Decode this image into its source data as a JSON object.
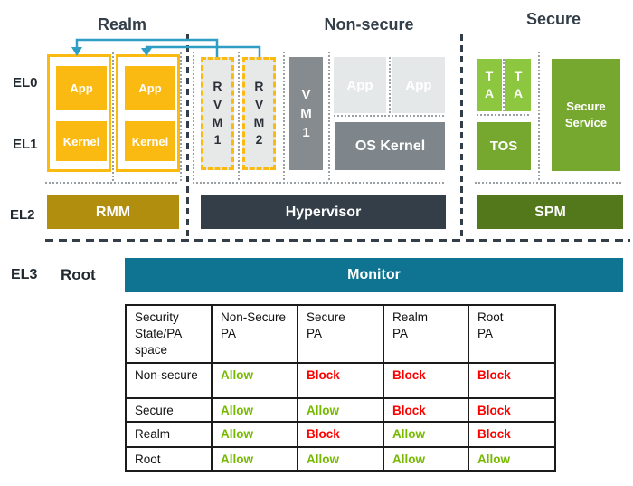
{
  "colors": {
    "yellow": "#FBBA12",
    "gold_rmm": "#B28E0E",
    "slate": "#333E48",
    "gray_vm": "#858B8F",
    "gray_os_kernel": "#7E868B",
    "light_gray_box": "#E7E9E9",
    "green_ta": "#8DC63F",
    "green_tos_service": "#76A72E",
    "green_spm": "#53781B",
    "teal_monitor": "#0E7491",
    "teal_arrow": "#2E9EC4",
    "allow_green": "#76B900",
    "block_red": "#FF0000"
  },
  "section_headers": {
    "realm": "Realm",
    "non_secure": "Non-secure",
    "secure": "Secure"
  },
  "el_labels": {
    "el0": "EL0",
    "el1": "EL1",
    "el2": "EL2",
    "el3": "EL3",
    "root": "Root"
  },
  "realm": {
    "stack1": {
      "app": "App",
      "kernel": "Kernel"
    },
    "stack2": {
      "app": "App",
      "kernel": "Kernel"
    },
    "rmm": "RMM"
  },
  "non_secure": {
    "rvm1": "R\nV\nM\n1",
    "rvm2": "R\nV\nM\n2",
    "vm1": "V\nM\n1",
    "app1": "App",
    "app2": "App",
    "os_kernel": "OS Kernel",
    "hypervisor": "Hypervisor"
  },
  "secure": {
    "ta1": "T\nA",
    "ta2": "T\nA",
    "tos": "TOS",
    "secure_service": "Secure\nService",
    "spm": "SPM"
  },
  "el3_row": {
    "monitor": "Monitor"
  },
  "access_table": {
    "headers": [
      "Security\nState/PA\nspace",
      "Non-Secure\nPA",
      "Secure\nPA",
      "Realm\nPA",
      "Root\nPA"
    ],
    "rows": [
      {
        "label": "Non-secure",
        "cells": [
          {
            "text": "Allow",
            "state": "allow"
          },
          {
            "text": "Block",
            "state": "block"
          },
          {
            "text": "Block",
            "state": "block"
          },
          {
            "text": "Block",
            "state": "block"
          }
        ]
      },
      {
        "label": "Secure",
        "cells": [
          {
            "text": "Allow",
            "state": "allow"
          },
          {
            "text": "Allow",
            "state": "allow"
          },
          {
            "text": "Block",
            "state": "block"
          },
          {
            "text": "Block",
            "state": "block"
          }
        ]
      },
      {
        "label": "Realm",
        "cells": [
          {
            "text": "Allow",
            "state": "allow"
          },
          {
            "text": "Block",
            "state": "block"
          },
          {
            "text": "Allow",
            "state": "allow"
          },
          {
            "text": "Block",
            "state": "block"
          }
        ]
      },
      {
        "label": "Root",
        "cells": [
          {
            "text": "Allow",
            "state": "allow"
          },
          {
            "text": "Allow",
            "state": "allow"
          },
          {
            "text": "Allow",
            "state": "allow"
          },
          {
            "text": "Allow",
            "state": "allow"
          }
        ]
      }
    ]
  }
}
